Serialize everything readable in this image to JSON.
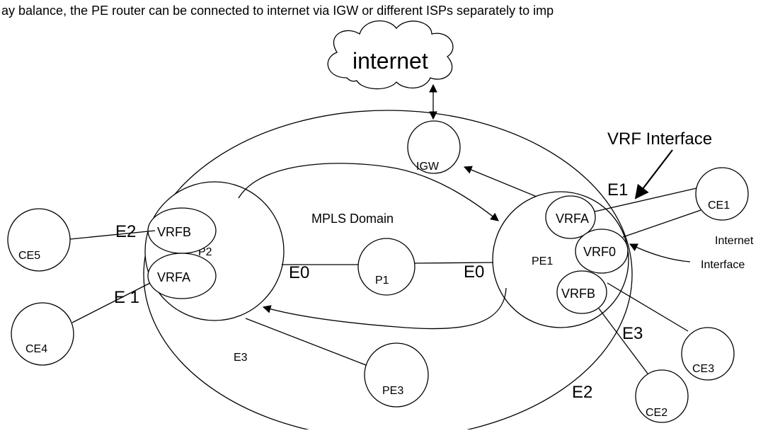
{
  "header_text": "ay balance, the PE router can be connected to internet via IGW or different ISPs separately to imp",
  "diagram": {
    "cloud_label": "internet",
    "mpls_domain_label": "MPLS Domain",
    "nodes": {
      "igw": "IGW",
      "p1": "P1",
      "p2": "P2",
      "pe1": "PE1",
      "pe3": "PE3",
      "ce1": "CE1",
      "ce2": "CE2",
      "ce3": "CE3",
      "ce4": "CE4",
      "ce5": "CE5"
    },
    "vrfs": {
      "p2_vrfb": "VRFB",
      "p2_vrfa": "VRFA",
      "pe1_vrfa": "VRFA",
      "pe1_vrf0": "VRF0",
      "pe1_vrfb": "VRFB"
    },
    "interfaces": {
      "p2_e2": "E2",
      "p2_e1": "E 1",
      "p2_e0": "E0",
      "p2_e3": "E3",
      "pe1_e0": "E0",
      "pe1_e1": "E1",
      "pe1_e3": "E3",
      "pe1_e2": "E2"
    },
    "callouts": {
      "vrf_interface": "VRF Interface",
      "internet_interface_line1": "Internet",
      "internet_interface_line2": "Interface"
    }
  }
}
